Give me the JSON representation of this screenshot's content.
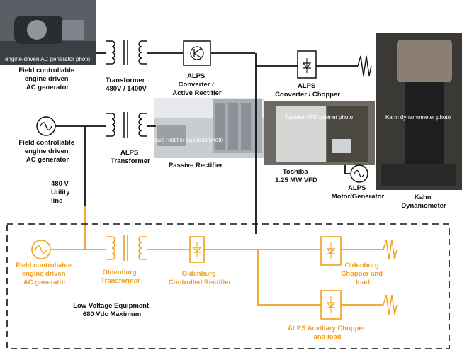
{
  "colors": {
    "black": "#111111",
    "orange": "#f0a020"
  },
  "photos": {
    "generator_photo": "engine-driven AC generator photo",
    "passive_photo": "passive rectifier cabinets photo",
    "toshiba_photo": "Toshiba VFD cabinet photo",
    "kahn_photo": "Kahn dynamometer photo"
  },
  "labels": {
    "gen1": [
      "Field controllable",
      "engine driven",
      "AC generator"
    ],
    "transformer1": [
      "Transformer",
      "480V / 1400V"
    ],
    "alps_active": [
      "ALPS",
      "Converter /",
      "Active Rectifier"
    ],
    "alps_chopper": [
      "ALPS",
      "Converter / Chopper"
    ],
    "gen2": [
      "Field controllable",
      "engine driven",
      "AC generator"
    ],
    "alps_transformer": [
      "ALPS",
      "Transformer"
    ],
    "passive": [
      "Passive Rectifier"
    ],
    "toshiba": [
      "Toshiba",
      "1.25 MW VFD"
    ],
    "alps_motor": [
      "ALPS",
      "Motor/Generator"
    ],
    "kahn": [
      "Kahn",
      "Dynamometer"
    ],
    "utility": [
      "480 V",
      "Utility",
      "line"
    ],
    "gen3": [
      "Field controllable",
      "engine driven",
      "AC generator"
    ],
    "old_transformer": [
      "Oldenburg",
      "Transformer"
    ],
    "old_rectifier": [
      "Oldenburg",
      "Controlled Rectifier"
    ],
    "old_chopper": [
      "Oldenburg",
      "Chopper and",
      "load"
    ],
    "aux_chopper": [
      "ALPS Auxiliary Chopper",
      "and load"
    ],
    "low_voltage": [
      "Low Voltage Equipment",
      "680 Vdc Maximum"
    ]
  }
}
